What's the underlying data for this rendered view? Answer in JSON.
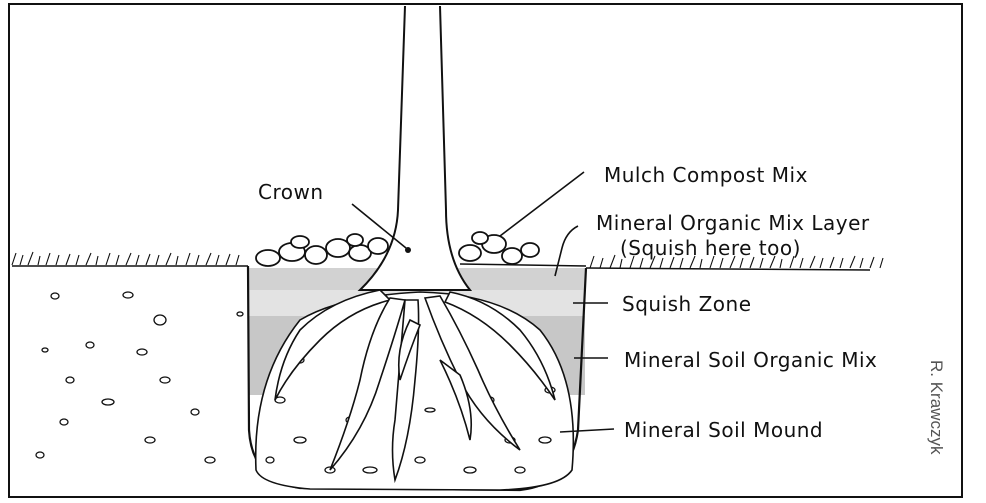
{
  "labels": {
    "crown": "Crown",
    "mulch": "Mulch Compost Mix",
    "mineral_organic_line1": "Mineral Organic Mix Layer",
    "mineral_organic_line2": "(Squish here too)",
    "squish_zone": "Squish Zone",
    "mineral_soil_organic": "Mineral Soil Organic Mix",
    "mineral_soil_mound": "Mineral Soil Mound"
  },
  "credit": "R. Krawczyk",
  "colors": {
    "ink": "#111111",
    "paper": "#ffffff",
    "organic_band": "#d2d2d2",
    "squish_band": "#e3e3e3",
    "soil_band": "#c7c7c7",
    "credit": "#555555"
  }
}
